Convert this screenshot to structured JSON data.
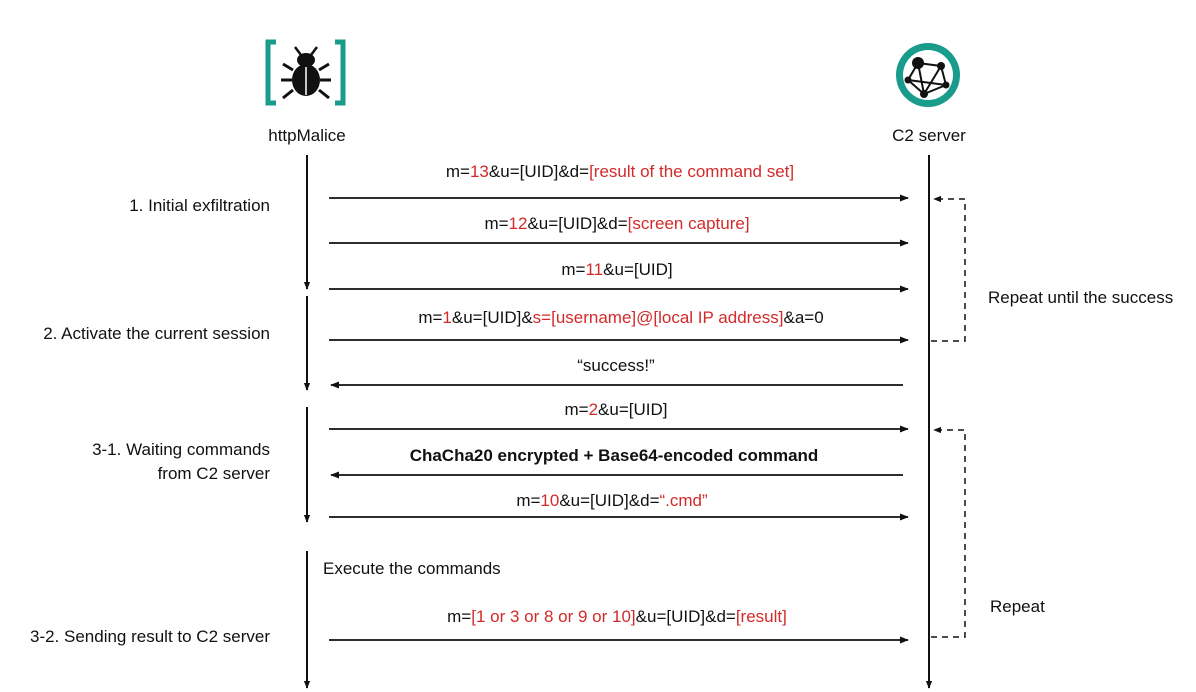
{
  "actors": {
    "client": {
      "label": "httpMalice",
      "icon": "bug-icon"
    },
    "server": {
      "label": "C2 server",
      "icon": "globe-network-icon"
    }
  },
  "colors": {
    "accent": "#1a9c8c",
    "highlight": "#d32a2a",
    "line": "#111111"
  },
  "phases": [
    {
      "label": "1. Initial exfiltration"
    },
    {
      "label": "2. Activate the current session"
    },
    {
      "label_lines": [
        "3-1. Waiting commands",
        "from C2 server"
      ]
    },
    {
      "label": "3-2. Sending result to C2 server"
    }
  ],
  "messages": [
    {
      "dir": "to-server",
      "parts": [
        {
          "text": "m="
        },
        {
          "text": "13",
          "red": true
        },
        {
          "text": "&u=[UID]&d="
        },
        {
          "text": "[result of the command set]",
          "red": true
        }
      ]
    },
    {
      "dir": "to-server",
      "parts": [
        {
          "text": "m="
        },
        {
          "text": "12",
          "red": true
        },
        {
          "text": "&u=[UID]&d="
        },
        {
          "text": "[screen capture]",
          "red": true
        }
      ]
    },
    {
      "dir": "to-server",
      "parts": [
        {
          "text": "m="
        },
        {
          "text": "11",
          "red": true
        },
        {
          "text": "&u=[UID]"
        }
      ]
    },
    {
      "dir": "to-server",
      "parts": [
        {
          "text": "m="
        },
        {
          "text": "1",
          "red": true
        },
        {
          "text": "&u=[UID]&"
        },
        {
          "text": "s=[username]@[local IP address]",
          "red": true
        },
        {
          "text": "&a=0"
        }
      ]
    },
    {
      "dir": "to-client",
      "parts": [
        {
          "text": "“success!”"
        }
      ]
    },
    {
      "dir": "to-server",
      "parts": [
        {
          "text": "m="
        },
        {
          "text": "2",
          "red": true
        },
        {
          "text": "&u=[UID]"
        }
      ]
    },
    {
      "dir": "to-client",
      "bold": true,
      "parts": [
        {
          "text": "ChaCha20 encrypted + Base64-encoded command"
        }
      ]
    },
    {
      "dir": "to-server",
      "parts": [
        {
          "text": "m="
        },
        {
          "text": "10",
          "red": true
        },
        {
          "text": "&u=[UID]&d="
        },
        {
          "text": "“.cmd”",
          "red": true
        }
      ]
    },
    {
      "dir": "to-server",
      "parts": [
        {
          "text": "m="
        },
        {
          "text": "[1 or 3 or 8 or 9 or 10]",
          "red": true
        },
        {
          "text": "&u=[UID]&d="
        },
        {
          "text": "[result]",
          "red": true
        }
      ]
    }
  ],
  "note": {
    "label": "Execute the commands"
  },
  "loops": [
    {
      "label": "Repeat until the success"
    },
    {
      "label": "Repeat"
    }
  ]
}
